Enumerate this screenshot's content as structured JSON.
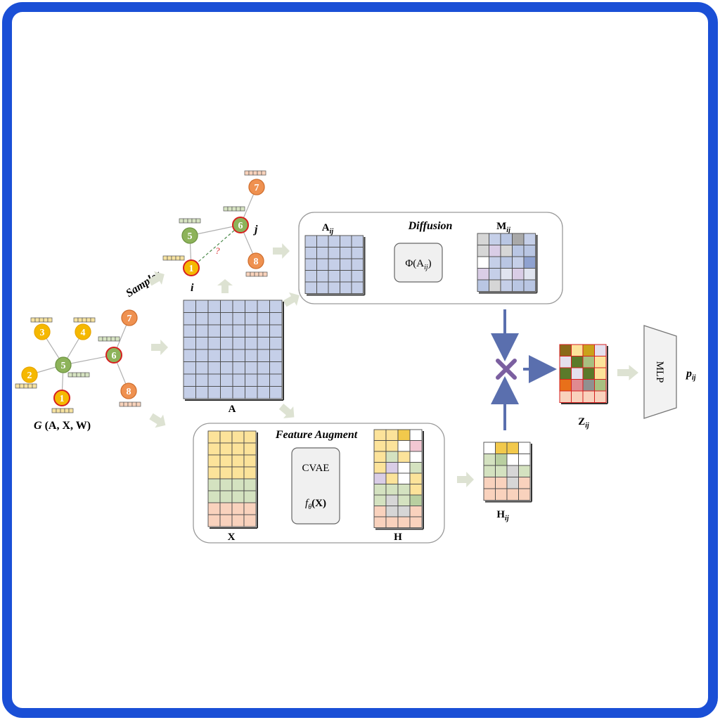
{
  "graph": {
    "label_prefix": "G",
    "label_args": " (A, X, W)",
    "nodes": [
      {
        "id": "1",
        "color": "#f5b800",
        "stroke": "#d62020"
      },
      {
        "id": "2",
        "color": "#f5b800",
        "stroke": "#e8a600"
      },
      {
        "id": "3",
        "color": "#f5b800",
        "stroke": "#e8a600"
      },
      {
        "id": "4",
        "color": "#f5b800",
        "stroke": "#e8a600"
      },
      {
        "id": "5",
        "color": "#8db35a",
        "stroke": "#6e9442"
      },
      {
        "id": "6",
        "color": "#8db35a",
        "stroke": "#d62020"
      },
      {
        "id": "7",
        "color": "#ef9150",
        "stroke": "#d07030"
      },
      {
        "id": "8",
        "color": "#ef9150",
        "stroke": "#d07030"
      }
    ]
  },
  "sampler": {
    "label": "Sampler",
    "node_i_label": "i",
    "node_j_label": "j",
    "question_mark": "?"
  },
  "adjacency": {
    "label": "A"
  },
  "diffusion": {
    "title": "Diffusion",
    "input_label": "A",
    "input_sub": "ij",
    "op_label": "Φ(A",
    "op_sub": "ij",
    "op_close": ")",
    "output_label": "M",
    "output_sub": "ij"
  },
  "feature_augment": {
    "title": "Feature Augment",
    "input_label": "X",
    "op_line1": "CVAE",
    "op_line2_f": "f",
    "op_line2_theta": "θ",
    "op_line2_arg": "(X)",
    "output_label": "H"
  },
  "hij": {
    "label": "H",
    "sub": "ij"
  },
  "zij": {
    "label": "Z",
    "sub": "ij"
  },
  "mlp": {
    "label": "MLP"
  },
  "output": {
    "label": "p",
    "sub": "ij"
  },
  "colors": {
    "frame": "#1a4fd6",
    "blue_cell": "#c5cfe8",
    "grid_line": "#4a4a4a",
    "arrow_gray": "#dde2d2",
    "arrow_blue": "#5a6fae",
    "cross": "#7b5fa0",
    "panel_stroke": "#9a9a9a"
  }
}
